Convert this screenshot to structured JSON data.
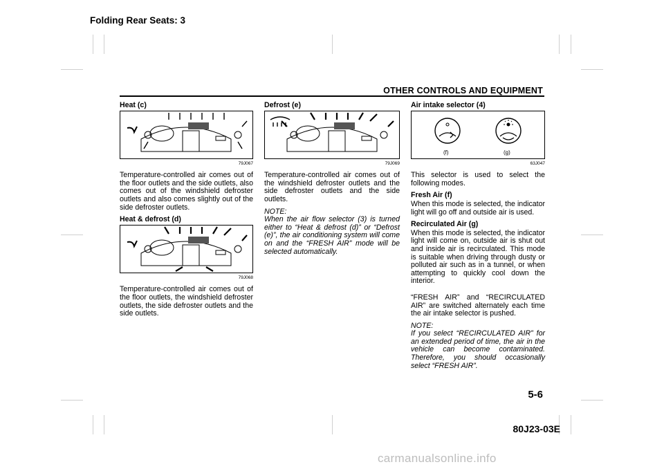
{
  "header": {
    "top_label": "Folding Rear Seats: 3",
    "section_title": "OTHER CONTROLS AND EQUIPMENT"
  },
  "col1": {
    "heat": {
      "heading": "Heat (c)",
      "fig_code": "79J067",
      "body": "Temperature-controlled air comes out of the floor outlets and the side outlets, also comes out of the windshield defroster outlets and also comes slightly out of the side defroster outlets."
    },
    "heat_defrost": {
      "heading": "Heat & defrost (d)",
      "fig_code": "79J068",
      "body": "Temperature-controlled air comes out of the floor outlets, the windshield defroster outlets, the side defroster outlets and the side outlets."
    }
  },
  "col2": {
    "defrost": {
      "heading": "Defrost (e)",
      "fig_code": "79J069",
      "body": "Temperature-controlled air comes out of the windshield defroster outlets and the side defroster outlets and the side outlets.",
      "note_label": "NOTE:",
      "note_text": "When the air flow selector (3) is turned either to “Heat & defrost (d)” or “Defrost (e)”, the air conditioning system will come on and the “FRESH AIR” mode will be selected automatically."
    }
  },
  "col3": {
    "heading": "Air intake selector (4)",
    "fig_code": "63J047",
    "label_f": "(f)",
    "label_g": "(g)",
    "intro": "This selector is used to select the following modes.",
    "fresh_heading": "Fresh Air (f)",
    "fresh_body": "When this mode is selected, the indicator light will go off and outside air is used.",
    "recirc_heading": "Recirculated Air (g)",
    "recirc_body": "When this mode is selected, the indicator light will come on, outside air is shut out and inside air is recirculated. This mode is suitable when driving through dusty or polluted air such as in a tunnel, or when attempting to quickly cool down the interior.",
    "switch_text": "“FRESH AIR” and “RECIRCULATED AIR” are switched alternately each time the air intake selector is pushed.",
    "note_label": "NOTE:",
    "note_text": "If you select “RECIRCULATED AIR” for an extended period of time, the air in the vehicle can become contaminated. Therefore, you should occasionally select “FRESH AIR”."
  },
  "footer": {
    "page_number": "5-6",
    "doc_code": "80J23-03E",
    "watermark": "carmanualsonline.info"
  }
}
